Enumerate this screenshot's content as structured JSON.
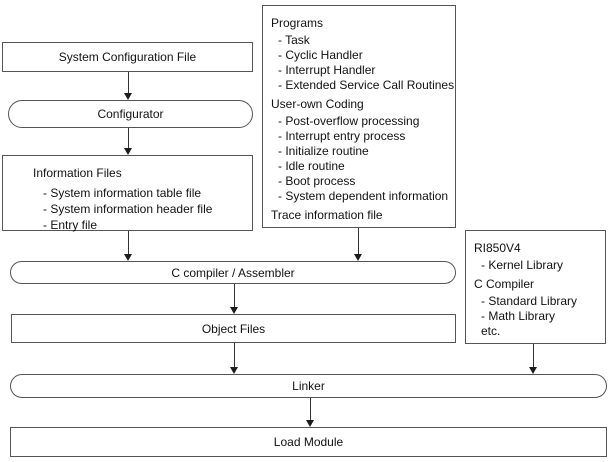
{
  "colors": {
    "background": "#ffffff",
    "box_border": "#545454",
    "text": "#111111",
    "arrow": "#1c1c1c"
  },
  "boxes": {
    "system_configuration_file": {
      "label": "System Configuration File"
    },
    "configurator": {
      "label": "Configurator"
    },
    "information_files": {
      "title": "Information Files",
      "items": [
        "- System information table file",
        "- System information header file",
        "- Entry file"
      ]
    },
    "programs": {
      "sections": [
        {
          "title": "Programs",
          "items": [
            "- Task",
            "- Cyclic Handler",
            "- Interrupt Handler",
            "- Extended Service Call Routines"
          ]
        },
        {
          "title": "User-own Coding",
          "items": [
            "- Post-overflow processing",
            "- Interrupt entry process",
            "- Initialize routine",
            "- Idle routine",
            "- Boot process",
            "- System dependent information"
          ]
        },
        {
          "title": "Trace information file",
          "items": []
        }
      ]
    },
    "libraries": {
      "sections": [
        {
          "title": "RI850V4",
          "items": [
            "- Kernel Library"
          ]
        },
        {
          "title": "C Compiler",
          "items": [
            "- Standard Library",
            "- Math Library",
            "etc."
          ]
        }
      ]
    },
    "c_compiler_assembler": {
      "label": "C compiler / Assembler"
    },
    "object_files": {
      "label": "Object Files"
    },
    "linker": {
      "label": "Linker"
    },
    "load_module": {
      "label": "Load Module"
    }
  }
}
